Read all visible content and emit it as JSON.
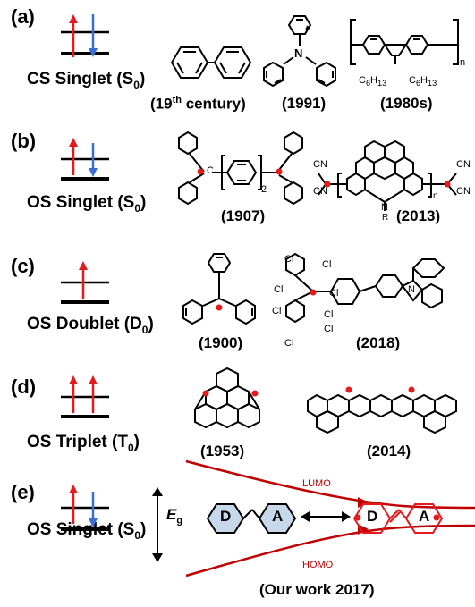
{
  "panels": [
    {
      "label": "(a)",
      "state": "CS Singlet (S",
      "sub": "0",
      "close": ")"
    },
    {
      "label": "(b)",
      "state": "OS Singlet (S",
      "sub": "0",
      "close": ")"
    },
    {
      "label": "(c)",
      "state": "OS Doublet (D",
      "sub": "0",
      "close": ")"
    },
    {
      "label": "(d)",
      "state": "OS Triplet (T",
      "sub": "0",
      "close": ")"
    },
    {
      "label": "(e)",
      "state": "OS Singlet (S",
      "sub": "0",
      "close": ")"
    }
  ],
  "years": {
    "a1_pre": "(19",
    "a1_sup": "th",
    "a1_post": " century)",
    "a2": "(1991)",
    "a3": "(1980s)",
    "b1": "(1907)",
    "b2": "(2013)",
    "c1": "(1900)",
    "c2": "(2018)",
    "d1": "(1953)",
    "d2": "(2014)",
    "e": "(Our work 2017)"
  },
  "chem": {
    "c6h13_a": "C6H13",
    "c6h13_b": "C6H13",
    "n_sub": "n",
    "two_sub": "2",
    "carbon": "C",
    "cn": "CN",
    "nitrogen": "N",
    "r_group": "R",
    "cl": "Cl"
  },
  "energy_diagram": {
    "lumo": "LUMO",
    "homo": "HOMO",
    "gap_symbol": "E",
    "gap_sub": "g",
    "donor": "D",
    "acceptor": "A"
  },
  "colors": {
    "spin_up": "#e41a1c",
    "spin_down": "#3b6fd6",
    "radical": "#e41a1c",
    "orbital_curve": "#c00000",
    "donor_fill": "#c6d8ea"
  }
}
